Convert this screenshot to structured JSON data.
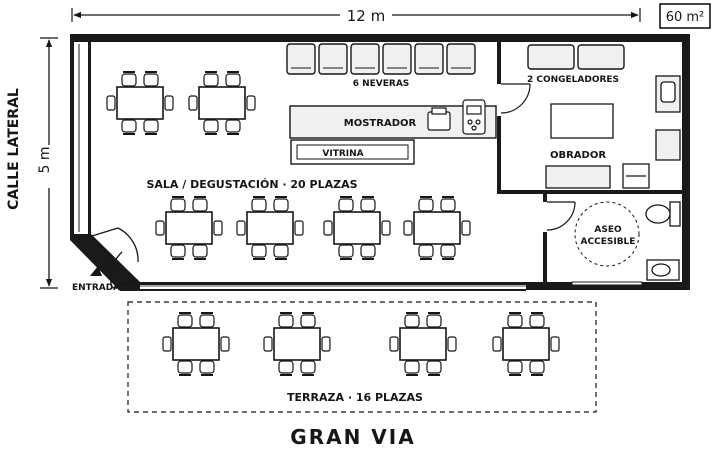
{
  "plan": {
    "title_street": "GRAN VIA",
    "side_street": "CALLE LATERAL",
    "area_badge": "60 m²",
    "dim_width": "12 m",
    "dim_height": "5 m",
    "entrance": "ENTRADA",
    "rooms": {
      "sala": "SALA / DEGUSTACIÓN · 20 PLAZAS",
      "obrador": "OBRADOR",
      "aseo_line1": "ASEO",
      "aseo_line2": "ACCESIBLE",
      "terraza": "TERRAZA · 16 PLAZAS"
    },
    "fixtures": {
      "neveras": "6 NEVERAS",
      "congeladores": "2 CONGELADORES",
      "mostrador": "MOSTRADOR",
      "vitrina": "VITRINA"
    },
    "colors": {
      "ink": "#161616",
      "wall": "#1a1a1a",
      "fill": "#f0f0f0",
      "background": "#ffffff"
    }
  }
}
